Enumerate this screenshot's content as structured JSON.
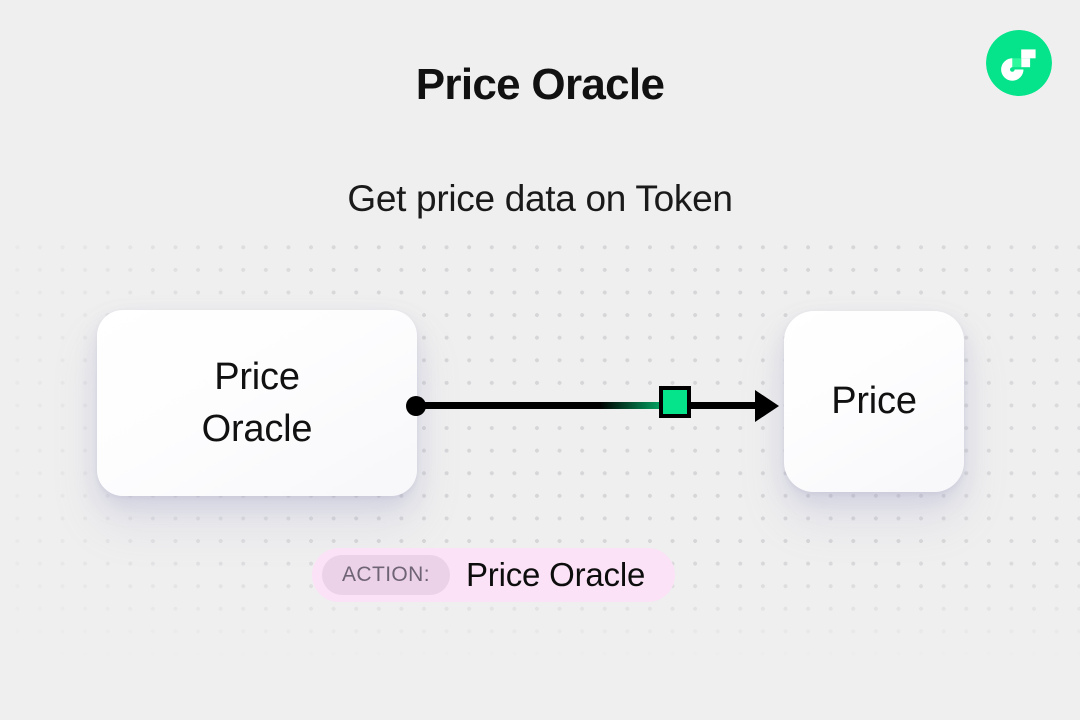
{
  "header": {
    "title": "Price Oracle",
    "subtitle": "Get price data on Token"
  },
  "brand": {
    "logo_name": "flow-logo-icon",
    "logo_color": "#05e48a",
    "mark_color": "#ffffff",
    "accent_color": "#2ff99d"
  },
  "graph": {
    "nodes": [
      {
        "id": "source",
        "label": "Price\nOracle",
        "role": "source-node",
        "background": "#ffffff"
      },
      {
        "id": "target",
        "label": "Price",
        "role": "target-node",
        "background": "#ffffff"
      }
    ],
    "edge": {
      "name": "connector-edge",
      "line_color": "#000000",
      "marker_color": "#05e48a",
      "marker_border_color": "#000000",
      "handle_name": "edge-source-handle",
      "marker_name": "edge-marker-square",
      "arrow_name": "edge-arrowhead"
    }
  },
  "action_badge": {
    "chip_label": "ACTION:",
    "value": "Price Oracle",
    "badge_color": "#fbe2f6",
    "chip_color": "#ecd2e8",
    "chip_text_color": "#6f6475"
  },
  "canvas": {
    "background": "#efefef",
    "dot_color": "#d6d6d8"
  }
}
